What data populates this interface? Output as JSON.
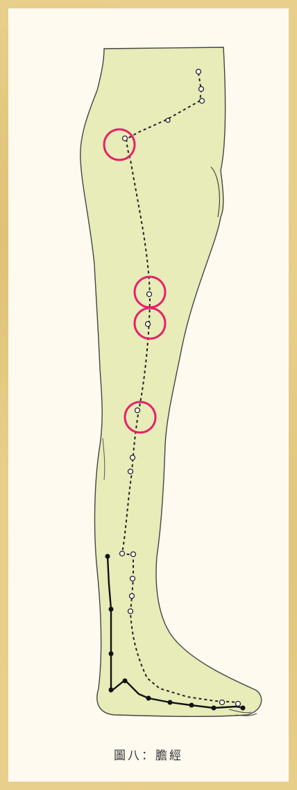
{
  "caption": "圖八：膽經",
  "colors": {
    "background": "#e8cf8b",
    "panel": "#fefaf0",
    "leg_fill": "#e7ecb8",
    "outline": "#444444",
    "meridian": "#222222",
    "highlight": "#e8206a"
  },
  "meridian": {
    "name": "膽經",
    "highlighted_point_count": 4
  }
}
